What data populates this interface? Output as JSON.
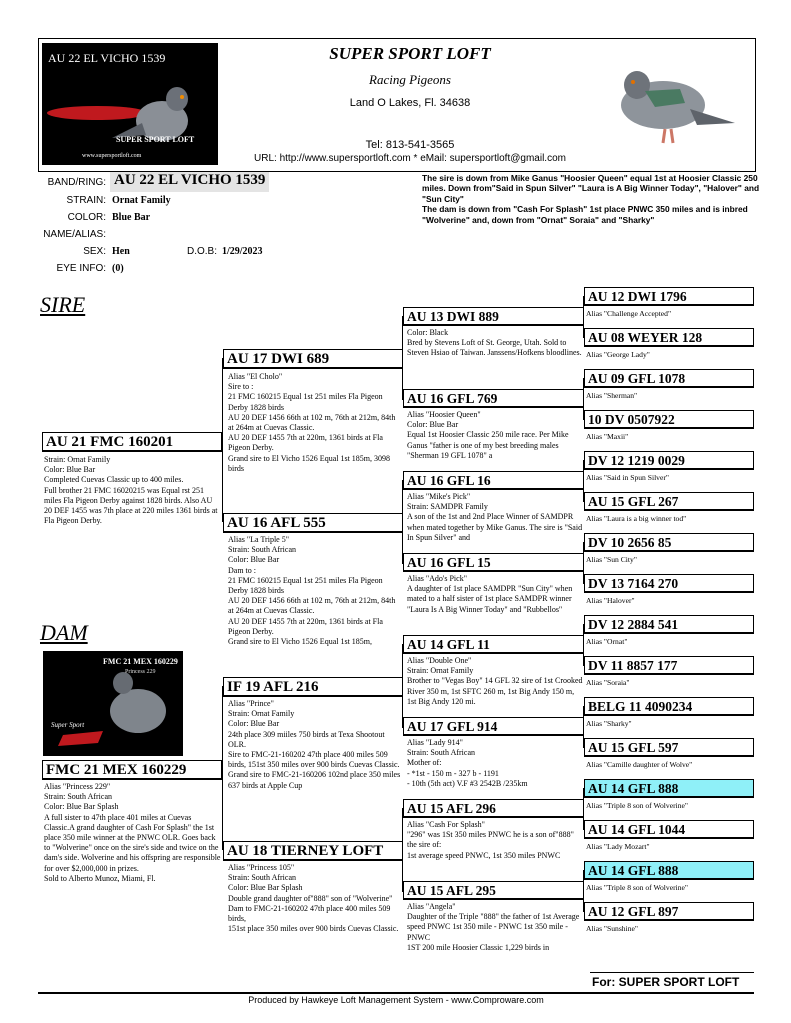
{
  "header": {
    "loft_name": "SUPER SPORT LOFT",
    "subtitle": "Racing Pigeons",
    "location": "Land O Lakes, Fl. 34638",
    "tel": "Tel: 813-541-3565",
    "url_line": "URL: http://www.supersportloft.com * eMail: supersportloft@gmail.com",
    "left_photo_text": [
      "AU 22 EL VICHO 1539",
      "SUPER SPORT LOFT",
      "www.supersportloft.com"
    ]
  },
  "bird": {
    "band_label": "BAND/RING:",
    "band": "AU 22 EL VICHO 1539",
    "strain_label": "STRAIN:",
    "strain": "Ornat Family",
    "color_label": "COLOR:",
    "color": "Blue Bar",
    "alias_label": "NAME/ALIAS:",
    "alias": "",
    "sex_label": "SEX:",
    "sex": "Hen",
    "dob_label": "D.O.B:",
    "dob": "1/29/2023",
    "eye_label": "EYE INFO:",
    "eye": "(0)"
  },
  "notes": "The sire is down from Mike Ganus \"Hoosier Queen\" equal 1st at Hoosier Classic 250 miles. Down from\"Said in Spun Silver\" \"Laura is A Big Winner Today\", \"Halover\" and \"Sun City\"\nThe dam is down from \"Cash For Splash\" 1st place PNWC 350 miles and is inbred \"Wolverine\" and, down from \"Ornat\" Soraia\" and \"Sharky\"",
  "sections": {
    "sire": "SIRE",
    "dam": "DAM"
  },
  "dam_photo_text": [
    "FMC 21 MEX 160229",
    "Super Sport",
    "Princess 229"
  ],
  "gen1": {
    "sire": {
      "band": "AU 21 FMC 160201",
      "desc": "Strain: Ornat Family\nColor: Blue Bar\nCompleted Cuevas Classic up to 400 miles.\nFull brother 21 FMC 16020215 was Equal rst 251 miles Fla Pigeon Derby against 1828 birds. Also AU 20 DEF 1455 was 7th place at 220 miles 1361 birds at Fla Pigeon Derby."
    },
    "dam": {
      "band": "FMC 21 MEX 160229",
      "desc": "Alias \"Princess 229\"\nStrain: South African\nColor: Blue Bar Splash\nA full sister to 47th place 401 miles at Cuevas Classic.A grand daughter of Cash For Splash\" the 1st place 350 mile winner at the PNWC OLR. Goes back to \"Wolverine\" once on the sire's side and twice on the dam's side. Wolverine and his offspring are responsible for over $2,000,000 in prizes.\nSold to Alberto Munoz, Miami, Fl."
    }
  },
  "gen2": [
    {
      "band": "AU 17 DWI 689",
      "desc": "Alias \"El Cholo\"\nSire to :\n21 FMC 160215 Equal 1st 251 miles Fla Pigeon Derby 1828 birds\nAU 20 DEF 1456 66th at 102 m, 76th at 212m, 84th at 264m at Cuevas Classic.\nAU 20 DEF 1455 7th at 220m, 1361 birds at Fla Pigeon Derby.\nGrand sire to El Vicho 1526 Equal 1st 185m, 3098 birds"
    },
    {
      "band": "AU 16 AFL 555",
      "desc": "Alias \"La Triple 5\"\nStrain: South African\nColor: Blue Bar\nDam to :\n21 FMC 160215 Equal 1st 251 miles Fla Pigeon Derby 1828 birds\nAU 20 DEF 1456 66th at 102 m, 76th at 212m, 84th at 264m at Cuevas Classic.\nAU 20 DEF 1455 7th at 220m, 1361 birds at Fla Pigeon Derby.\nGrand sire to El Vicho 1526 Equal 1st 185m,"
    },
    {
      "band": "IF 19 AFL 216",
      "desc": "Alias \"Prince\"\nStrain: Ornat Family\nColor: Blue Bar\n24th place 309 miiles 750 birds at Texa Shootout OLR.\nSire to FMC-21-160202 47th place 400 miles 509 birds, 151st 350 miles over 900 birds Cuevas Classic.\nGrand sire to FMC-21-160206 102nd place 350 miles 637 birds at Apple Cup"
    },
    {
      "band": "AU 18 TIERNEY  LOFT",
      "desc": "Alias \"Princess 105\"\nStrain: South African\nColor: Blue Bar Splash\nDouble grand daughter of\"888\" son of \"Wolverine\"\nDam to FMC-21-160202 47th place 400 miles 509 birds,\n151st place 350 miles over 900 birds Cuevas Classic."
    }
  ],
  "gen3": [
    {
      "band": "AU 13 DWI 889",
      "desc": "Color: Black\nBred by Stevens Loft of St. George, Utah. Sold to Steven Hsiao of Taiwan. Janssens/Hofkens bloodlines."
    },
    {
      "band": "AU 16 GFL 769",
      "desc": "Alias \"Hoosier Queen\"\nColor: Blue Bar\nEqual 1st Hoosier Classic 250 mile race. Per Mike Ganus \"father is one of my best breeding males \"Sherman 19 GFL 1078\" a"
    },
    {
      "band": "AU 16 GFL 16",
      "desc": "Alias \"Mike's Pick\"\nStrain: SAMDPR Family\nA son of the 1st and 2nd Place Winner of SAMDPR when mated together by Mike Ganus. The sire is \"Said In Spun Silver\" and"
    },
    {
      "band": "AU 16 GFL 15",
      "desc": "Alias \"Ado's Pick\"\nA daughter of 1st place SAMDPR \"Sun City\" when mated to a half sister of 1st place SAMDPR winner \"Laura Is A Big Winner Today\" and \"Rubbellos\""
    },
    {
      "band": "AU 14 GFL 11",
      "desc": "Alias \"Double One\"\nStrain: Ornat Family\nBrother to \"Vegas Boy\"  14 GFL 32 sire of 1st Crooked River 350 m, 1st SFTC 260 m, 1st Big Andy 150 m, 1st Big Andy 120 mi."
    },
    {
      "band": "AU 17 GFL 914",
      "desc": "Alias \"Lady 914\"\nStrain: South African\nMother of:\n- *1st - 150 m - 327 b - 1191\n- 10th (5th act) V.F #3 2542B /235km"
    },
    {
      "band": "AU 15 AFL 296",
      "desc": "Alias \"Cash For Splash\"\n\"296\" was 1St 350 miles PNWC he is a son of\"888\" the sire of:\n1st average speed PNWC, 1st 350 miles PNWC"
    },
    {
      "band": "AU 15 AFL 295",
      "desc": "Alias \"Angela\"\nDaughter of the Triple \"888\" the father of  1st Average speed PNWC 1st 350 mile - PNWC 1st 350 mile - PNWC\n1ST 200 mile Hoosier Classic 1,229 birds in"
    }
  ],
  "gen4": [
    {
      "band": "AU 12 DWI 1796",
      "alias": "Alias \"Challenge Accepted\"",
      "highlight": false
    },
    {
      "band": "AU 08 WEYER 128",
      "alias": "Alias \"George Lady\"",
      "highlight": false
    },
    {
      "band": "AU 09 GFL 1078",
      "alias": "Alias \"Sherman\"",
      "highlight": false
    },
    {
      "band": "10 DV 0507922",
      "alias": "Alias \"Maxii\"",
      "highlight": false
    },
    {
      "band": "DV 12 1219 0029",
      "alias": "Alias \"Said in Spun Silver\"",
      "highlight": false
    },
    {
      "band": "AU 15 GFL 267",
      "alias": "Alias \"Laura is a big winner tod\"",
      "highlight": false
    },
    {
      "band": "DV 10 2656 85",
      "alias": "Alias \"Sun City\"",
      "highlight": false
    },
    {
      "band": "DV 13 7164 270",
      "alias": "Alias \"Halover\"",
      "highlight": false
    },
    {
      "band": "DV 12 2884 541",
      "alias": "Alias \"Ornat\"",
      "highlight": false
    },
    {
      "band": "DV 11 8857 177",
      "alias": "Alias \"Soraia\"",
      "highlight": false
    },
    {
      "band": "BELG 11 4090234",
      "alias": "Alias \"Sharky\"",
      "highlight": false
    },
    {
      "band": "AU 15 GFL 597",
      "alias": "Alias \"Camille daughter of Wolve\"",
      "highlight": false
    },
    {
      "band": "AU 14 GFL 888",
      "alias": "Alias \"Triple 8 son of Wolverine\"",
      "highlight": true
    },
    {
      "band": "AU 14 GFL 1044",
      "alias": "Alias \"Lady Mozart\"",
      "highlight": false
    },
    {
      "band": "AU 14 GFL 888",
      "alias": "Alias \"Triple 8 son of Wolverine\"",
      "highlight": true
    },
    {
      "band": "AU 12 GFL 897",
      "alias": "Alias \"Sunshine\"",
      "highlight": false
    }
  ],
  "footer": {
    "for_label": "For: SUPER SPORT LOFT",
    "produced": "Produced by Hawkeye Loft Management System - www.Comproware.com"
  },
  "colors": {
    "highlight": "#8ff0f8",
    "band_bg": "#e4e4e4",
    "photo_red": "#c0191e"
  }
}
